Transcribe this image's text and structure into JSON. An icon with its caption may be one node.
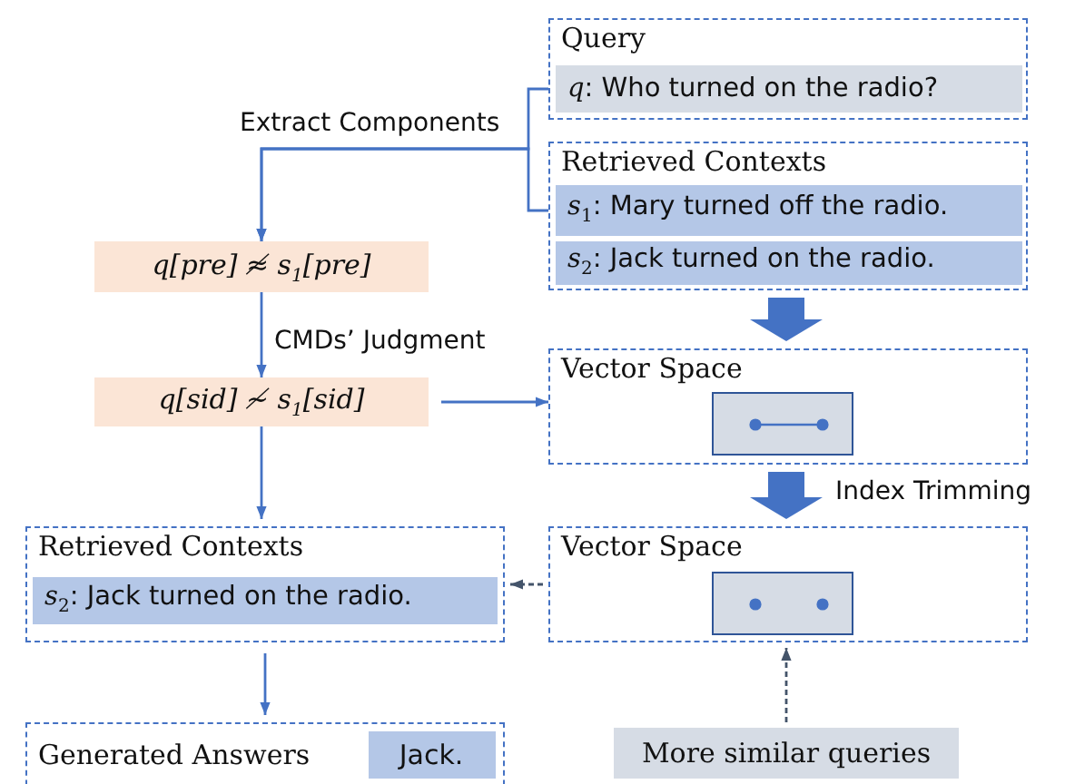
{
  "diagram": {
    "nodes": [
      {
        "text": [
          "Query"
        ]
      },
      {
        "text": [
          "*q*:  Who turned on the radio?"
        ],
        "in": 0
      },
      {
        "text": [
          "Retrieved Contexts"
        ]
      },
      {
        "text": [
          "*s*$_{1}$: Mary turned off the radio."
        ],
        "in": 2
      },
      {
        "text": [
          "*s*$_{2}$: Jack turned on the radio."
        ],
        "in": 2
      },
      {
        "text": [
          "q[pre] ≉ s$_{1}$[pre]"
        ]
      },
      {
        "text": [
          "q[sid] ≁ s$_{1}$[sid]"
        ]
      },
      {
        "text": [
          "Vector Space"
        ]
      },
      {
        "text": [],
        "shape": "box",
        "in": 7
      },
      {
        "text": [
          "Retrieved Contexts"
        ]
      },
      {
        "text": [
          "*s*$_{2}$: Jack turned on the radio."
        ],
        "in": 9
      },
      {
        "text": [
          "Vector Space"
        ]
      },
      {
        "text": [],
        "shape": "box",
        "in": 11
      },
      {
        "text": [
          "Generated Answers"
        ]
      },
      {
        "text": [
          "Jack."
        ],
        "in": 13
      },
      {
        "text": [
          "More similar queries"
        ]
      }
    ],
    "edges": [
      {
        "from": 1,
        "to": 5,
        "arrow": "to",
        "label": "Extract Components"
      },
      {
        "from": 3,
        "to": 5,
        "arrow": "to"
      },
      {
        "from": 5,
        "to": 6,
        "arrow": "to",
        "label": "CMDs’ Judgment"
      },
      {
        "from": 6,
        "to": 7,
        "arrow": "to"
      },
      {
        "from": 6,
        "to": 9,
        "arrow": "to"
      },
      {
        "from": 2,
        "to": 7,
        "arrow": "to",
        "style": "thick"
      },
      {
        "from": 7,
        "to": 11,
        "arrow": "to",
        "style": "thick",
        "label": "Index Trimming"
      },
      {
        "from": 11,
        "to": 9,
        "arrow": "to",
        "style": "dashed",
        "color": "#44546a"
      },
      {
        "from": 15,
        "to": 11,
        "arrow": "to",
        "style": "dashed",
        "color": "#44546a"
      },
      {
        "from": 9,
        "to": 13,
        "arrow": "to"
      }
    ]
  }
}
